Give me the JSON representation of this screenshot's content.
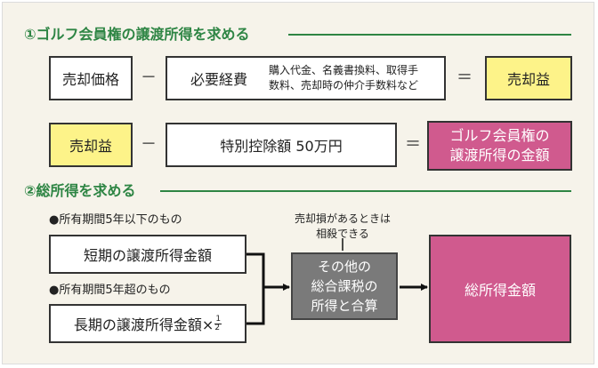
{
  "section1": {
    "heading": "①ゴルフ会員権の譲渡所得を求める",
    "row1": {
      "sale_price": "売却価格",
      "minus": "－",
      "necessary_expenses": "必要経費",
      "expenses_note_line1": "購入代金、名義書換料、取得手",
      "expenses_note_line2": "数料、売却時の仲介手数料など",
      "equals": "＝",
      "sale_profit": "売却益"
    },
    "row2": {
      "sale_profit": "売却益",
      "minus": "－",
      "special_deduction": "特別控除額 50万円",
      "equals": "＝",
      "result_line1": "ゴルフ会員権の",
      "result_line2": "譲渡所得の金額"
    }
  },
  "section2": {
    "heading": "②総所得を求める",
    "short_term_condition": "●所有期間5年以下のもの",
    "short_term_box": "短期の譲渡所得金額",
    "long_term_condition": "●所有期間5年超のもの",
    "long_term_box": "長期の譲渡所得金額×",
    "fraction_num": "1",
    "fraction_den": "2",
    "loss_note_line1": "売却損があるときは",
    "loss_note_line2": "相殺できる",
    "combined_line1": "その他の",
    "combined_line2": "総合課税の",
    "combined_line3": "所得と合算",
    "total_income": "総所得金額"
  },
  "colors": {
    "heading_green": "#2e8544",
    "yellow": "#fdf389",
    "pink": "#d05a8e",
    "gray": "#7a7a7a",
    "background": "#f6f3ea"
  }
}
